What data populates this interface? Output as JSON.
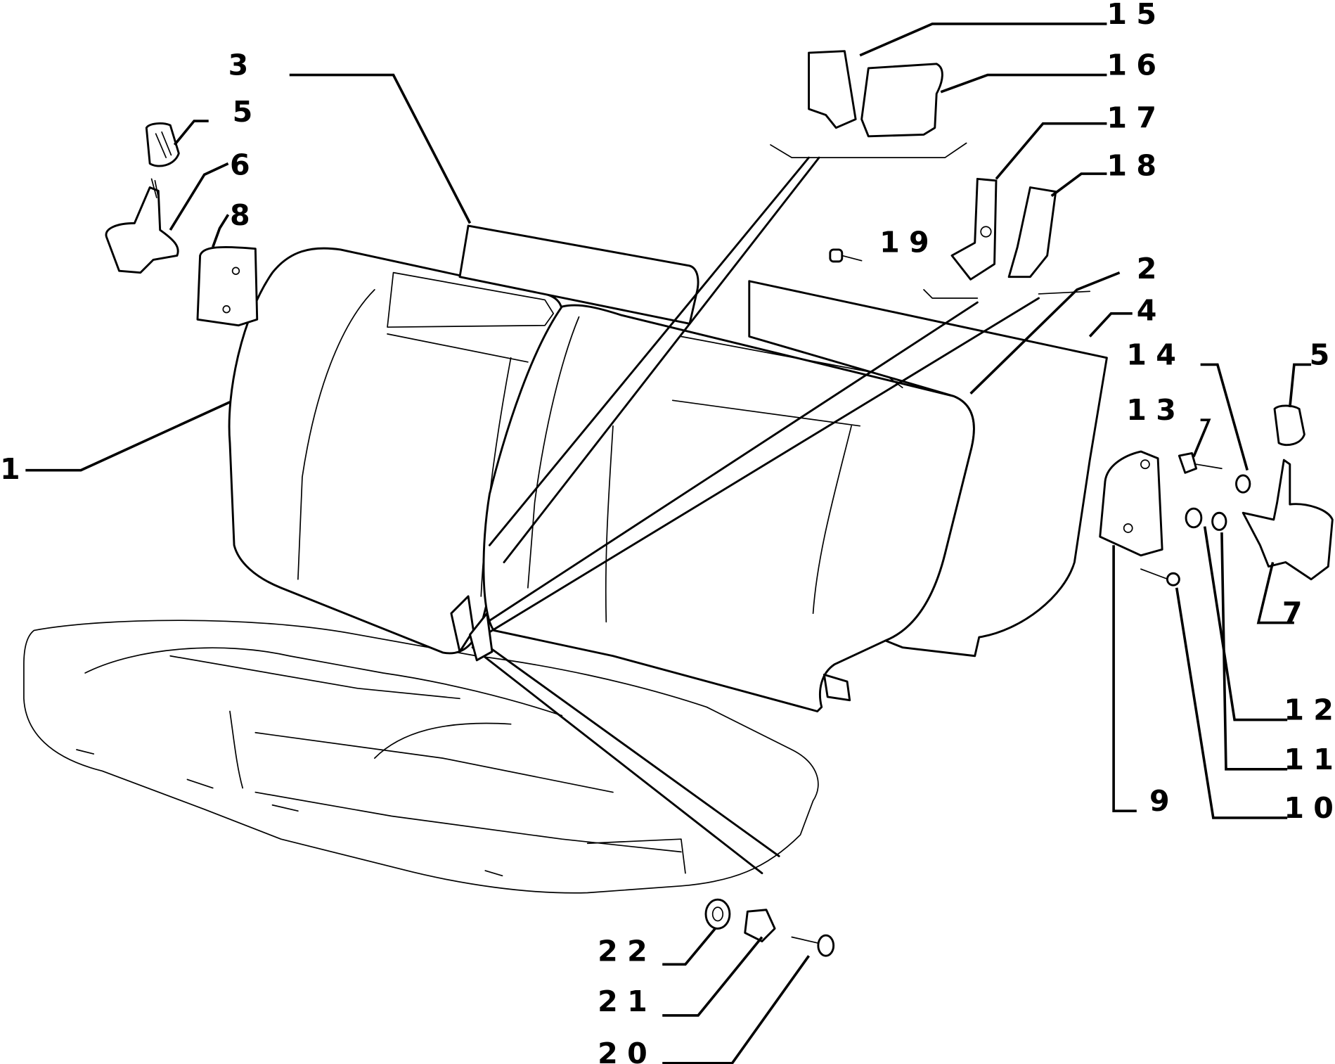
{
  "callouts": [
    "1",
    "2",
    "3",
    "4",
    "5",
    "5",
    "6",
    "7",
    "8",
    "9",
    "10",
    "11",
    "12",
    "13",
    "14",
    "15",
    "16",
    "17",
    "18",
    "19",
    "20",
    "21",
    "22"
  ]
}
